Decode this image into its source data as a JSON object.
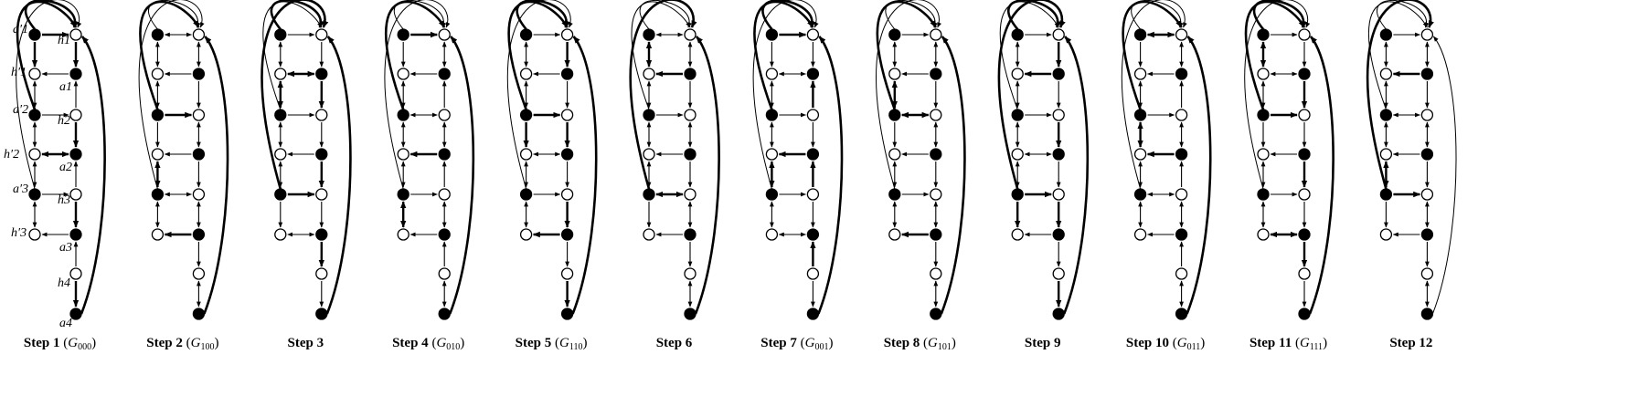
{
  "figure": {
    "node_labels": {
      "a1p": "a′1",
      "h1p": "h′1",
      "a2p": "a′2",
      "h2p": "h′2",
      "a3p": "a′3",
      "h3p": "h′3",
      "h1": "h1",
      "a1": "a1",
      "h2": "h2",
      "a2": "a2",
      "h3": "h3",
      "a3": "a3",
      "h4": "h4",
      "a4": "a4"
    },
    "steps": [
      {
        "title": "Step 1",
        "graph": "G",
        "sub": "000"
      },
      {
        "title": "Step 2",
        "graph": "G",
        "sub": "100"
      },
      {
        "title": "Step 3",
        "graph": "",
        "sub": ""
      },
      {
        "title": "Step 4",
        "graph": "G",
        "sub": "010"
      },
      {
        "title": "Step 5",
        "graph": "G",
        "sub": "110"
      },
      {
        "title": "Step 6",
        "graph": "",
        "sub": ""
      },
      {
        "title": "Step 7",
        "graph": "G",
        "sub": "001"
      },
      {
        "title": "Step 8",
        "graph": "G",
        "sub": "101"
      },
      {
        "title": "Step 9",
        "graph": "",
        "sub": ""
      },
      {
        "title": "Step 10",
        "graph": "G",
        "sub": "011"
      },
      {
        "title": "Step 11",
        "graph": "G",
        "sub": "111"
      },
      {
        "title": "Step 12",
        "graph": "",
        "sub": ""
      }
    ]
  }
}
